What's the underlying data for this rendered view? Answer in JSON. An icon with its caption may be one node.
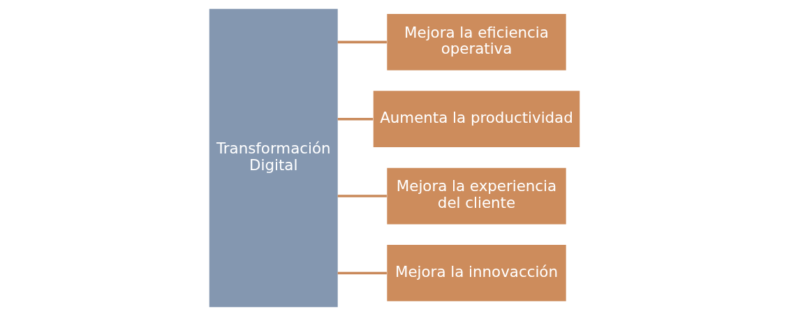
{
  "diagram": {
    "nodes": [
      {
        "text": [
          "Transformación Digital"
        ]
      },
      {
        "text": [
          "Mejora la eficiencia operativa"
        ]
      },
      {
        "text": [
          "Aumenta la productividad"
        ]
      },
      {
        "text": [
          "Mejora la experiencia del cliente"
        ]
      },
      {
        "text": [
          "Mejora la innovacción"
        ]
      }
    ],
    "edges": [
      {
        "from": 0,
        "to": 1,
        "arrow": "none"
      },
      {
        "from": 0,
        "to": 2,
        "arrow": "none"
      },
      {
        "from": 0,
        "to": 3,
        "arrow": "none"
      },
      {
        "from": 0,
        "to": 4,
        "arrow": "none"
      }
    ]
  }
}
